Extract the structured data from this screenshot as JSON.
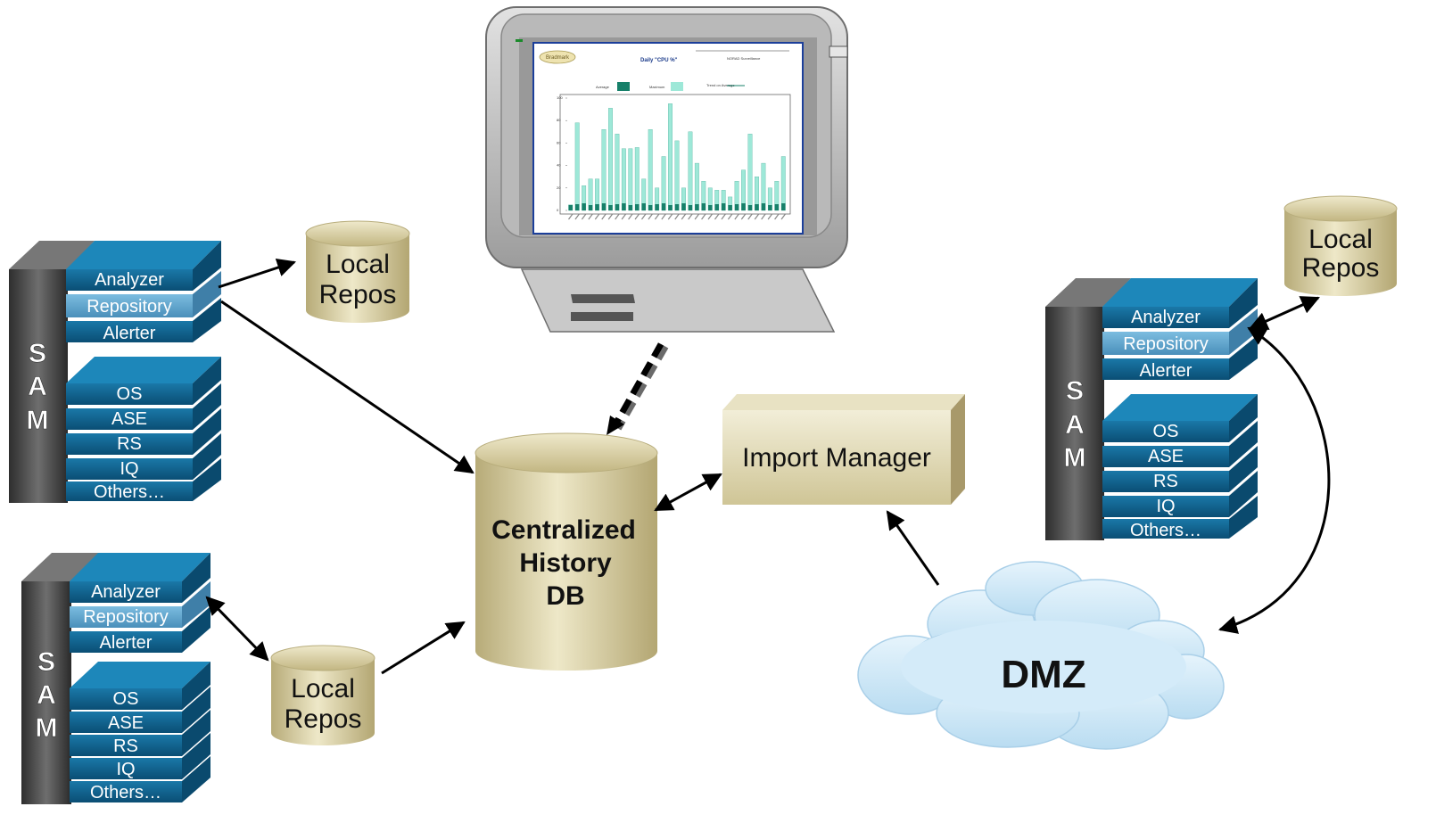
{
  "sam_stacks": [
    {
      "letters": [
        "S",
        "A",
        "M"
      ],
      "top_tiers": [
        "Analyzer",
        "Repository",
        "Alerter"
      ],
      "bottom_tiers": [
        "OS",
        "ASE",
        "RS",
        "IQ",
        "Others…"
      ]
    },
    {
      "letters": [
        "S",
        "A",
        "M"
      ],
      "top_tiers": [
        "Analyzer",
        "Repository",
        "Alerter"
      ],
      "bottom_tiers": [
        "OS",
        "ASE",
        "RS",
        "IQ",
        "Others…"
      ]
    },
    {
      "letters": [
        "S",
        "A",
        "M"
      ],
      "top_tiers": [
        "Analyzer",
        "Repository",
        "Alerter"
      ],
      "bottom_tiers": [
        "OS",
        "ASE",
        "RS",
        "IQ",
        "Others…"
      ]
    }
  ],
  "local_repos": [
    {
      "line1": "Local",
      "line2": "Repos"
    },
    {
      "line1": "Local",
      "line2": "Repos"
    },
    {
      "line1": "Local",
      "line2": "Repos"
    }
  ],
  "central_db": {
    "line1": "Centralized",
    "line2": "History",
    "line3": "DB"
  },
  "import_manager": {
    "label": "Import Manager"
  },
  "dmz": {
    "label": "DMZ"
  },
  "monitor_report": {
    "logo": "Bradmark",
    "title": "Daily \"CPU %\"",
    "right_title": "NORAD Surveillance",
    "legend": [
      "Average",
      "Maximum",
      "Trend on Average"
    ],
    "y_ticks": [
      "100",
      "80",
      "60",
      "40",
      "20",
      "0"
    ]
  },
  "colors": {
    "tier_dark": "#0d5a82",
    "tier_highlight": "#5fa3cc",
    "sam_bar": "#4d4d4d",
    "db_tan": "#d8cfa5",
    "cloud": "#cde7f7",
    "chart_bar": "#9ee8d8"
  }
}
